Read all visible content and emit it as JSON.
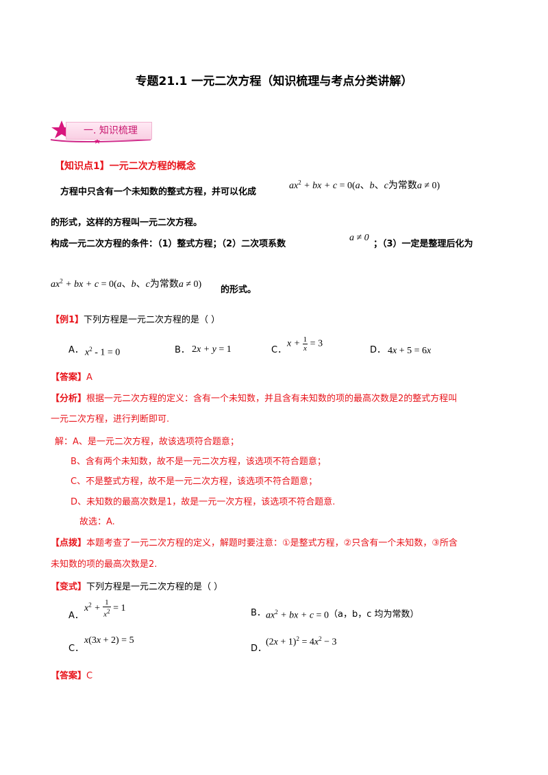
{
  "title": "专题21.1  一元二次方程（知识梳理与考点分类讲解）",
  "section": {
    "label": "一. 知识梳理",
    "icon": "star-icon"
  },
  "knowledge1": {
    "heading": "【知识点1】一元二次方程的概念",
    "line1": "方程中只含有一个未知数的整式方程，并可以化成",
    "formula": "ax² + bx + c = 0(a、b、c为常数a ≠ 0)",
    "line2": "的形式，这样的方程叫一元二次方程。",
    "cond_a": "构成一元二次方程的条件：（1）整式方程；（2）二次项系数",
    "cond_math": "a ≠ 0",
    "cond_b": "；（3）一定是整理后化为",
    "formula2": "ax² + bx + c = 0(a、b、c为常数a ≠ 0)",
    "line3_tail": "的形式。"
  },
  "example1": {
    "tag": "【例1】",
    "question": "下列方程是一元二次方程的是（    ）",
    "options": [
      {
        "label": "A．",
        "math": "x² - 1 = 0"
      },
      {
        "label": "B．",
        "math": "2x + y = 1"
      },
      {
        "label": "C．",
        "math": "x + 1/x = 3"
      },
      {
        "label": "D．",
        "math": "4x + 5 = 6x"
      }
    ],
    "answer_tag": "【答案】",
    "answer": "A",
    "analysis_tag": "【分析】",
    "analysis_1": "根据一元二次方程的定义：含有一个未知数，并且含有未知数的项的最高次数是2的整式方程叫",
    "analysis_2": "一元二次方程，进行判断即可.",
    "solution": [
      "解：A、是一元二次方程，故该选项符合题意；",
      "B、含有两个未知数，故不是一元二次方程，该选项不符合题意；",
      "C、不是整式方程，故不是一元二次方程，该选项不符合题意；",
      "D、未知数的最高次数是1，故是一元一次方程，该选项不符合题意.",
      "故选：A."
    ],
    "tip_tag": "【点拨】",
    "tip_1": "本题考查了一元二次方程的定义，解题时要注意：①是整式方程，②只含有一个未知数，③所含",
    "tip_2": "未知数的项的最高次数是2."
  },
  "variant": {
    "tag": "【变式】",
    "question": "下列方程是一元二次方程的是（    ）",
    "options": [
      {
        "label": "A．",
        "math": "x² + 1/x² = 1"
      },
      {
        "label": "B．",
        "math": "ax² + bx + c = 0",
        "note": "（a，b，c 均为常数）"
      },
      {
        "label": "C．",
        "math": "x(3x + 2) = 5"
      },
      {
        "label": "D．",
        "math": "(2x + 1)² = 4x² − 3"
      }
    ],
    "answer_tag": "【答案】",
    "answer": "C"
  },
  "colors": {
    "red": "#e8141b",
    "section_pink": "#c8176f"
  }
}
